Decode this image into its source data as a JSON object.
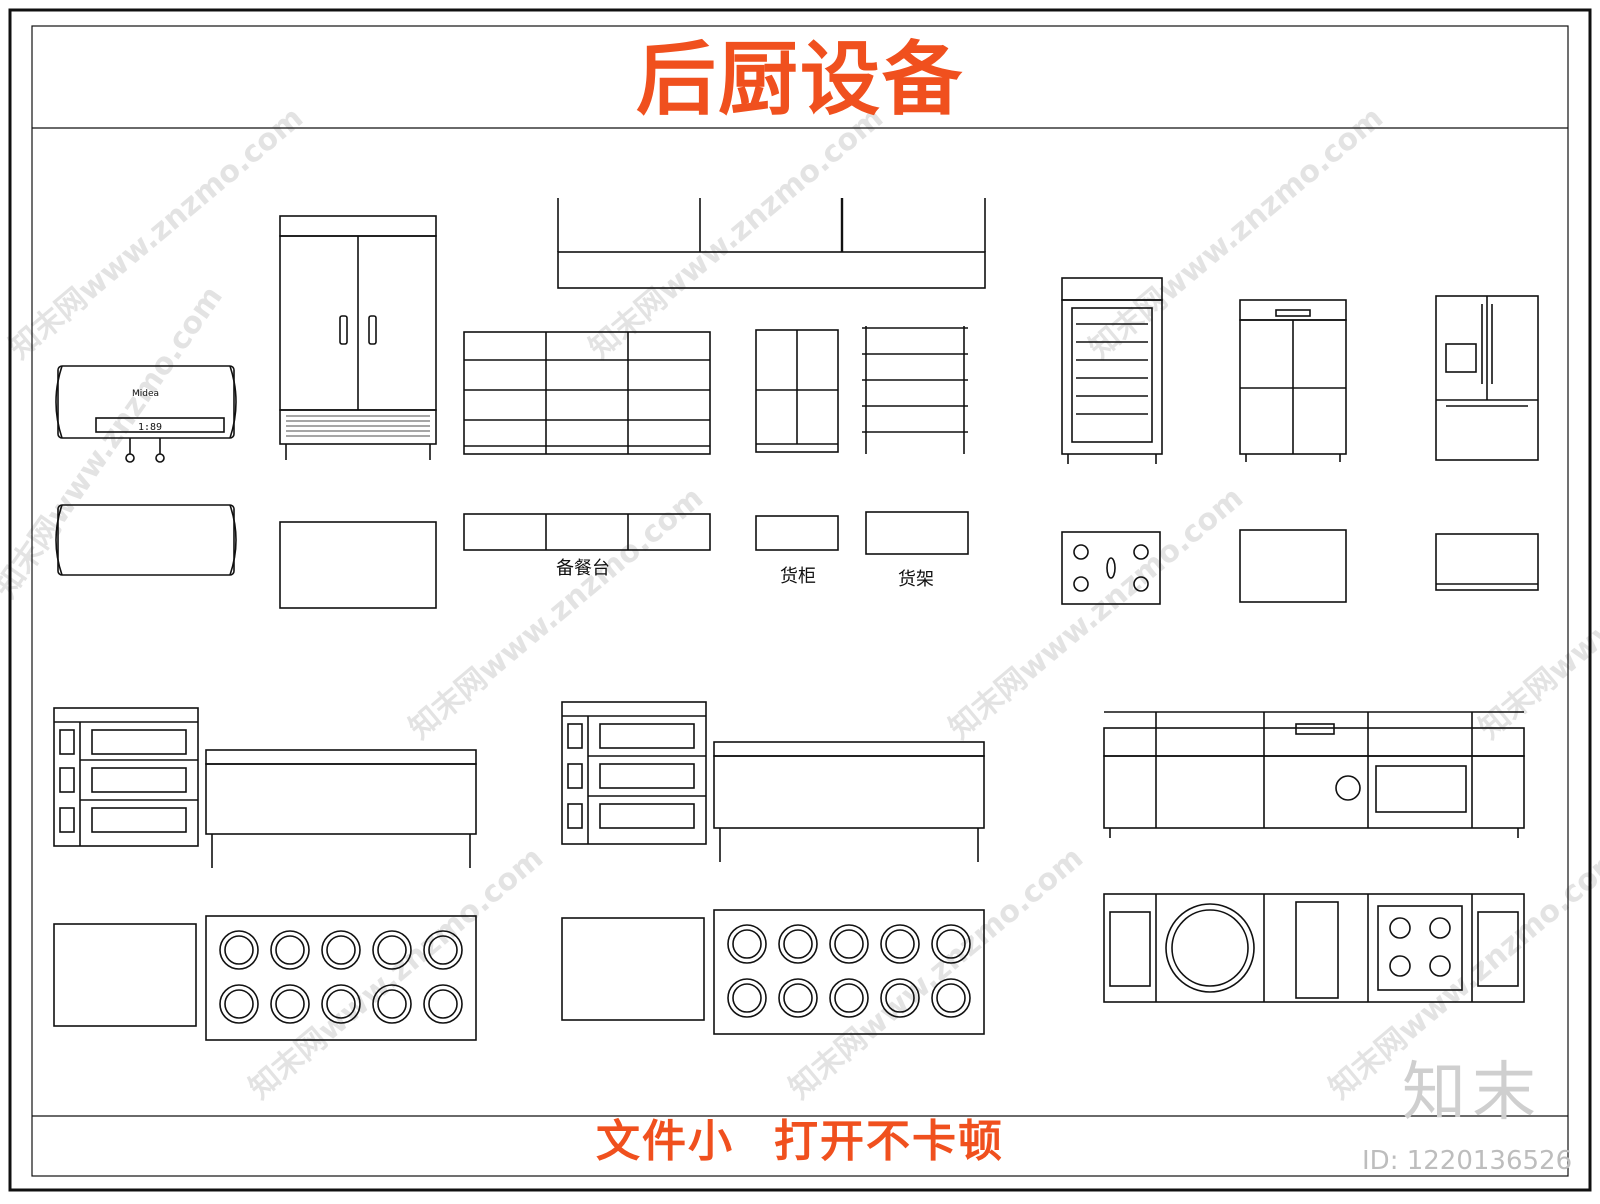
{
  "title": "后厨设备",
  "footer": {
    "left": "文件小",
    "right": "打开不卡顿"
  },
  "labels": {
    "counter": "备餐台",
    "cabinet": "货柜",
    "shelf": "货架"
  },
  "brand": {
    "logo_text": "知末",
    "id_text": "ID: 1220136526"
  },
  "heater_logo": "Midea",
  "heater_display": "1:89",
  "watermark": "知末网www.znzmo.com",
  "colors": {
    "title": "#f0501e",
    "line": "#111111",
    "watermark": "#e3e3e3"
  }
}
